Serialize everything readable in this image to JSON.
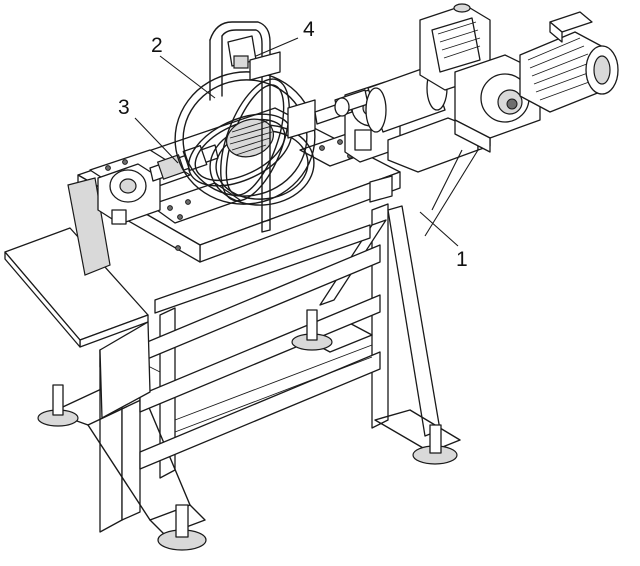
{
  "figure": {
    "callouts": [
      {
        "id": "1",
        "text": "1"
      },
      {
        "id": "2",
        "text": "2"
      },
      {
        "id": "3",
        "text": "3"
      },
      {
        "id": "4",
        "text": "4"
      }
    ]
  }
}
